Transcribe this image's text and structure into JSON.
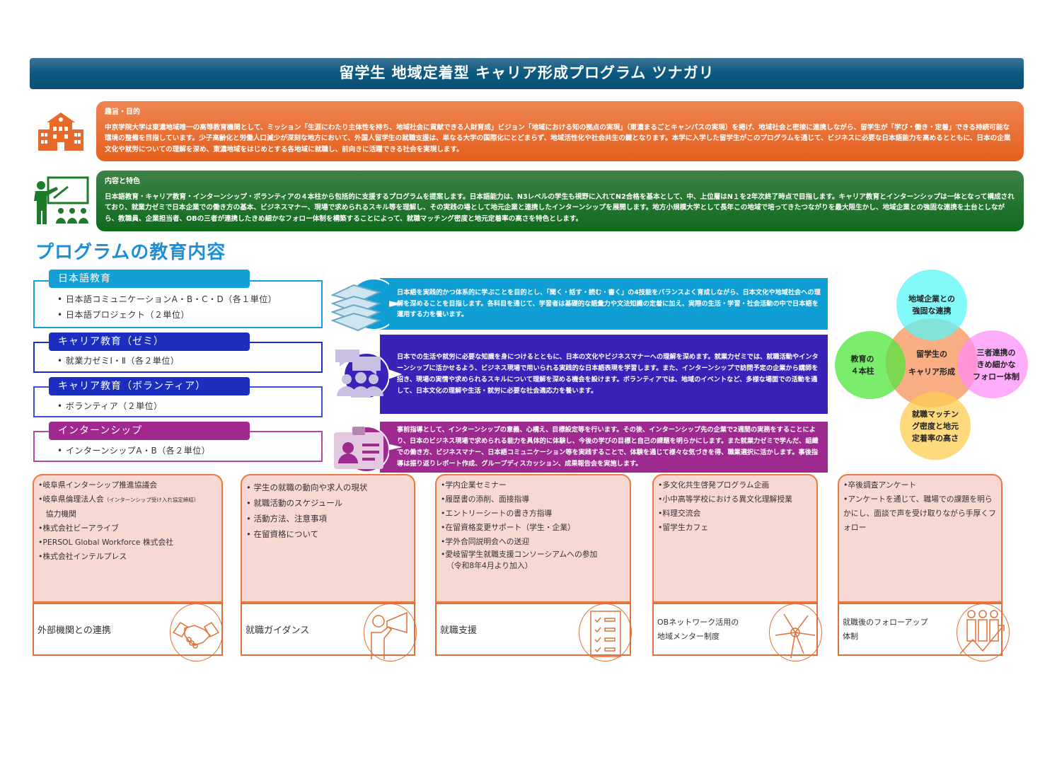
{
  "title": "留学生 地域定着型 キャリア形成プログラム ツナガリ",
  "purpose": {
    "heading": "趣旨・目的",
    "text": "中京学院大学は東濃地域唯一の高等教育機関として、ミッション「生涯にわたり主体性を持ち、地域社会に貢献できる人財育成」ビジョン「地域における知の拠点の実現」（東濃まるごとキャンパスの実現）を掲げ、地域社会と密接に連携しながら、留学生が「学び・働き・定着」できる持続可能な環境の整備を目指しています。少子高齢化と労働人口減少が深刻な地方において、外国人留学生の就職支援は、単なる大学の国際化にとどまらず、地域活性化や社会共生の鍵となります。本学に入学した留学生がこのプログラムを通じて、ビジネスに必要な日本語能力を高めるとともに、日本の企業文化や就労についての理解を深め、東濃地域をはじめとする各地域に就職し、前向きに活躍できる社会を実現します。"
  },
  "features": {
    "heading": "内容と特色",
    "text": "日本語教育・キャリア教育・インターンシップ・ボランティアの４本柱から包括的に支援するプログラムを提案します。日本語能力は、N3レベルの学生も視野に入れてN2合格を基本として、中、上位層はN１を2年次終了時点で目指します。キャリア教育とインターンシップは一体となって構成されており、就業力ゼミで日本企業での働き方の基本、ビジネスマナー、現場で求められるスキル等を理解し、その実践の場として地元企業と連携したインターンシップを展開します。地方小規模大学として長年この地域で培ってきたつながりを最大限生かし、地域企業との強固な連携を土台としながら、教職員、企業担当者、OBの三者が連携したきめ細かなフォロー体制を構築することによって、就職マッチング密度と地元定着率の高さを特色とします。"
  },
  "section_title": "プログラムの教育内容",
  "courses": [
    {
      "title": "日本語教育",
      "color": "#12a0d6",
      "items": [
        "• 日本語コミュニケーションA・B・C・D（各１単位）",
        "• 日本語プロジェクト（２単位）"
      ],
      "description": "日本語を実践的かつ体系的に学ぶことを目的とし、「聞く・話す・読む・書く」の4技能をバランスよく育成しながら、日本文化や地域社会への理解を深めることを目指します。各科目を通じて、学習者は基礎的な語彙力や文法知識の定着に加え、実際の生活・学習・社会活動の中で日本語を運用する力を養います。"
    },
    {
      "title": "キャリア教育（ゼミ）",
      "color": "#1b2ec0",
      "items": [
        "• 就業力ゼミⅠ・Ⅱ（各２単位）"
      ],
      "description": "日本での生活や就労に必要な知識を身につけるとともに、日本の文化やビジネスマナーへの理解を深めます。就業力ゼミでは、就職活動やインターンシップに活かせるよう、ビジネス現場で用いられる実践的な日本語表現を学習します。また、インターンシップで訪問予定の企業から講師を招き、現場の実情や求められるスキルについて理解を深める機会を設けます。ボランティアでは、地域のイベントなど、多様な場面での活動を通して、日本文化の理解や生活・就労に必要な社会適応力を養います。"
    },
    {
      "title": "キャリア教育（ボランティア）",
      "color": "#1b2ec0",
      "items": [
        "• ボランティア（２単位）"
      ]
    },
    {
      "title": "インターンシップ",
      "color": "#a0288f",
      "items": [
        "• インターンシップA・B（各２単位）"
      ],
      "description": "事前指導として、インターンシップの意義、心構え、目標設定等を行います。その後、インターンシップ先の企業で2週間の実務をすることにより、日本のビジネス現場で求められる能力を具体的に体験し、今後の学びの目標と自己の課題を明らかにします。また就業力ゼミで学んだ、組織での働き方、ビジネスマナー、日本語コミュニケーション等を実践することで、体験を通じて様々な気づきを得、職業選択に活かします。事後指導は振り返りレポート作成、グループディスカッション、成果報告会を実施します。"
    }
  ],
  "venn": {
    "center": [
      "留学生の",
      "キャリア形成"
    ],
    "top": [
      "地域企業との",
      "強固な連携"
    ],
    "left": [
      "教育の",
      "４本柱"
    ],
    "right": [
      "三者連携の",
      "きめ細かな",
      "フォロー体制"
    ],
    "bottom": [
      "就職マッチン",
      "グ密度と地元",
      "定着率の高さ"
    ]
  },
  "cards": [
    {
      "items": [
        "•岐阜県インターシップ推進協議会",
        "•岐阜県倫理法人会",
        "　協力機関",
        "•株式会社ビーアライブ",
        "•PERSOL Global Workforce 株式会社",
        "•株式会社インテルプレス"
      ],
      "note": "（インターンシップ受け入れ協定締結）",
      "label": "外部機関との連携",
      "icon": "handshake-icon"
    },
    {
      "items": [
        "• 学生の就職の動向や求人の現状",
        "• 就職活動のスケジュール",
        "• 活動方法、注意事項",
        "• 在留資格について"
      ],
      "label": "就職ガイダンス",
      "icon": "megaphone-icon"
    },
    {
      "items": [
        "•学内企業セミナー",
        "•履歴書の添削、面接指導",
        "•エントリーシートの書き方指導",
        "•在留資格変更サポート（学生・企業）",
        "•学外合同説明会への送迎",
        "•愛岐留学生就職支援コンソーシアムへの参加",
        "（令和8年4月より加入）"
      ],
      "label": "就職支援",
      "icon": "checklist-icon"
    },
    {
      "items": [
        "•多文化共生啓発プログラム企画",
        "•小中高等学校における異文化理解授業",
        "•料理交流会",
        "•留学生カフェ"
      ],
      "label": [
        "OBネットワーク活用の",
        "地域メンター制度"
      ],
      "icon": "hands-icon"
    },
    {
      "items": [
        "•卒後調査アンケート",
        "•アンケートを通じて、職場での課題を明らかにし、面談で声を受け取りながら手厚くフォロー"
      ],
      "label": [
        "就職後のフォローアップ",
        "体制"
      ],
      "icon": "growth-people-icon"
    }
  ]
}
